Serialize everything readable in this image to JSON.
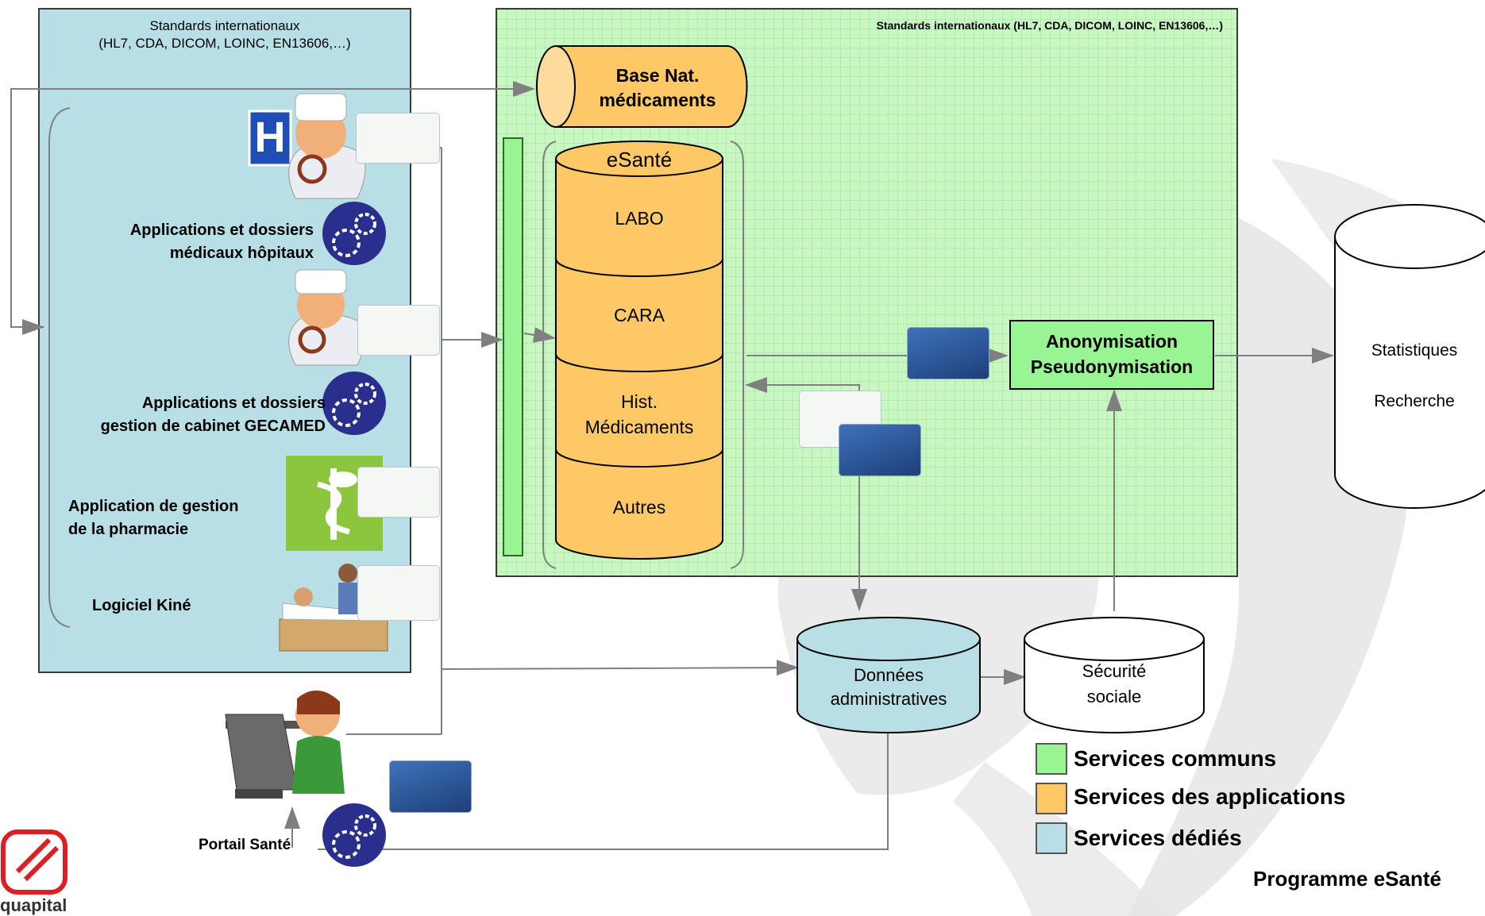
{
  "left_panel": {
    "header": "Standards internationaux\n(HL7, CDA, DICOM, LOINC, EN13606,…)",
    "items": [
      {
        "label": "Applications et dossiers\nmédicaux hôpitaux"
      },
      {
        "label": "Applications et  dossiers\ngestion de cabinet GECAMED"
      },
      {
        "label": "Application de gestion\nde la  pharmacie"
      },
      {
        "label": "Logiciel Kiné"
      }
    ],
    "hospital_letter": "H"
  },
  "green_panel": {
    "header": "Standards internationaux (HL7, CDA, DICOM, LOINC, EN13606,…)",
    "base_nat": "Base Nat.\nmédicaments",
    "esante_title": "eSanté",
    "esante_segments": [
      "LABO",
      "CARA",
      "Hist.\nMédicaments",
      "Autres"
    ],
    "anonymisation": "Anonymisation\nPseudonymisation"
  },
  "statistiques": {
    "line1": "Statistiques",
    "line2": "Recherche"
  },
  "donnees": "Données\nadministratives",
  "securite": "Sécurité\nsociale",
  "portail": "Portail Santé",
  "legend": [
    {
      "label": "Services communs",
      "color": "#99f593"
    },
    {
      "label": "Services des applications",
      "color": "#fdc865"
    },
    {
      "label": "Services dédiés",
      "color": "#b8dfe5"
    }
  ],
  "footer": "Programme eSanté",
  "logo_text": "quapital",
  "colors": {
    "green": "#99f593",
    "orange": "#fdc865",
    "lightblue": "#b8dfe5",
    "arrow": "#7f7f7f"
  }
}
